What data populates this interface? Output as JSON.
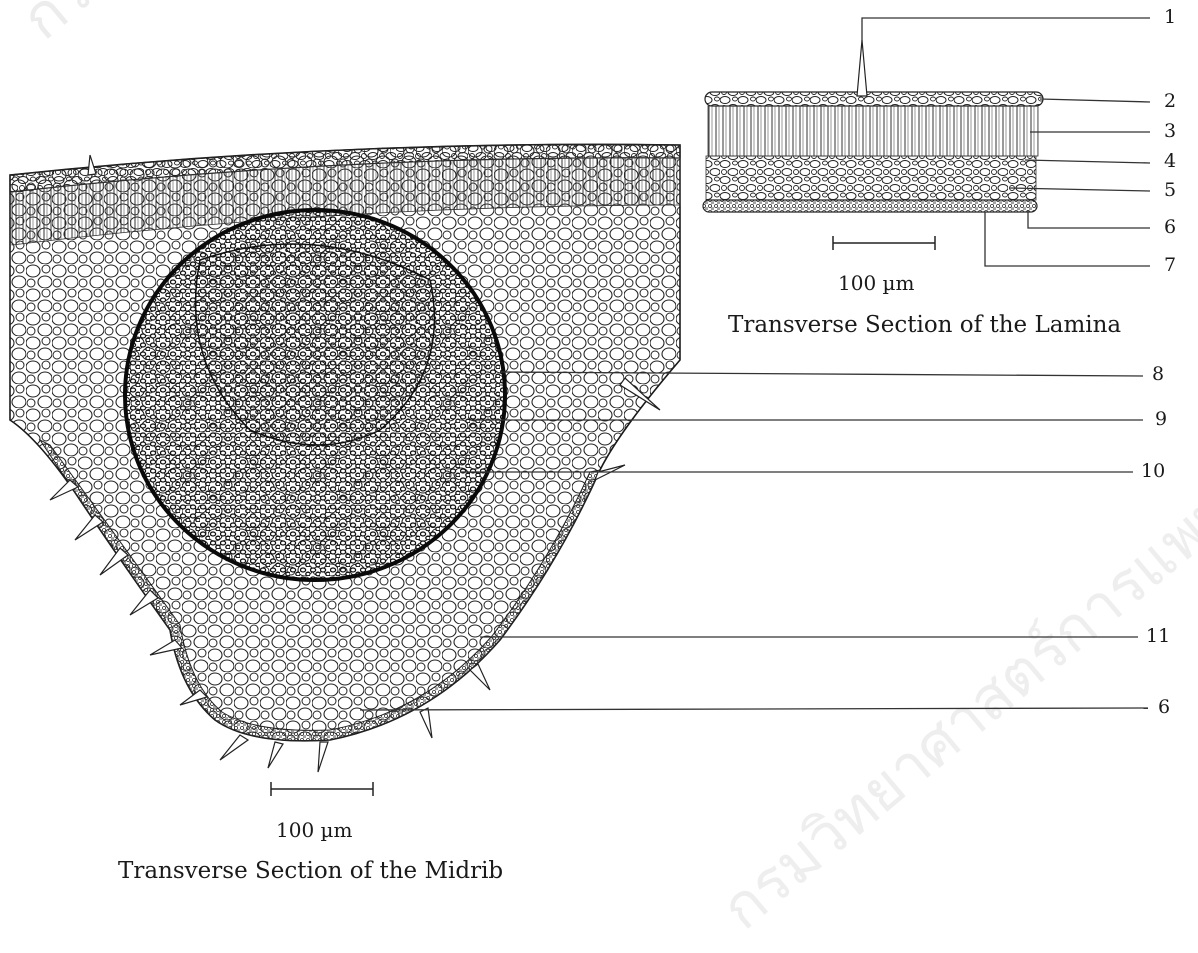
{
  "figure": {
    "lamina": {
      "caption": "Transverse Section of the Lamina",
      "scale_bar_label": "100 µm"
    },
    "midrib": {
      "caption": "Transverse Section of the Midrib",
      "scale_bar_label": "100 µm"
    },
    "callout_numbers": [
      "1",
      "2",
      "3",
      "4",
      "5",
      "6",
      "7",
      "8",
      "9",
      "10",
      "11",
      "6"
    ],
    "watermark": "กรมวิทยาศาสตร์การแพทย์"
  }
}
